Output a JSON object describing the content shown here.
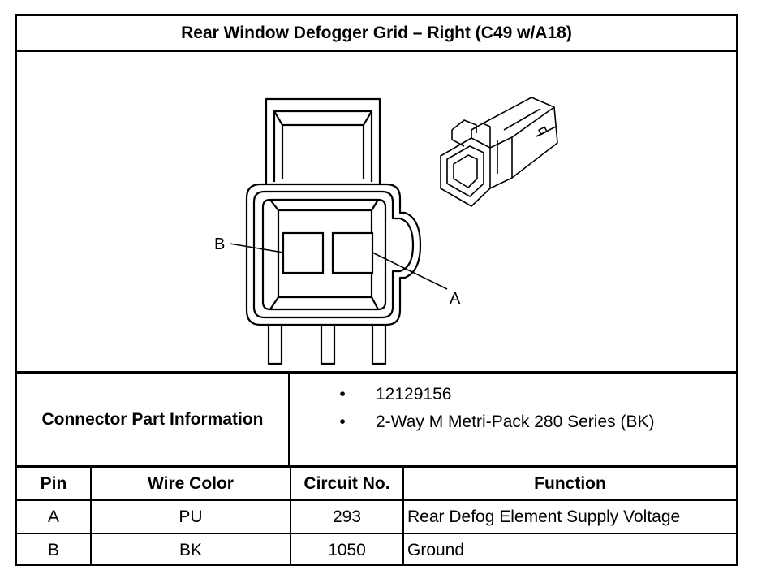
{
  "title": "Rear Window Defogger Grid – Right (C49 w/A18)",
  "diagram": {
    "pin_labels": {
      "b": "B",
      "a": "A"
    }
  },
  "connector_info": {
    "label": "Connector Part Information",
    "items": [
      "12129156",
      "2-Way M Metri-Pack 280 Series (BK)"
    ],
    "bullet": "•"
  },
  "pin_table": {
    "headers": [
      "Pin",
      "Wire Color",
      "Circuit No.",
      "Function"
    ],
    "rows": [
      [
        "A",
        "PU",
        "293",
        "Rear Defog Element Supply Voltage"
      ],
      [
        "B",
        "BK",
        "1050",
        "Ground"
      ]
    ]
  }
}
